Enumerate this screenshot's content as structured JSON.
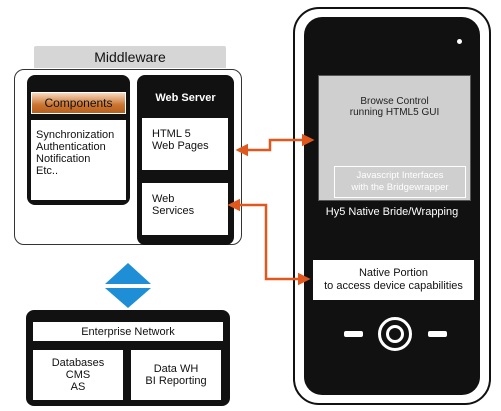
{
  "middleware": {
    "title": "Middleware",
    "components": {
      "header": "Components",
      "items": [
        "Synchronization",
        "Authentication",
        "Notification",
        "Etc.."
      ]
    },
    "web_server": {
      "title": "Web Server",
      "html5_lines": [
        "HTML 5",
        "Web Pages"
      ],
      "services_lines": [
        "Web",
        "Services"
      ]
    }
  },
  "enterprise": {
    "network": "Enterprise Network",
    "databases_lines": [
      "Databases",
      "CMS",
      "AS"
    ],
    "datawh_lines": [
      "Data WH",
      "BI Reporting"
    ]
  },
  "phone": {
    "browse_lines": [
      "Browse Control",
      "running HTML5 GUI"
    ],
    "js_lines": [
      "Javascript Interfaces",
      "with the Bridgewrapper"
    ],
    "hy5_label": "Hy5 Native Bride/Wrapping",
    "native_lines": [
      "Native Portion",
      "to access device capabilities"
    ]
  },
  "colors": {
    "arrow": "#e0581e",
    "connector": "#1e8fd6",
    "components_accent": "#c9742f"
  }
}
